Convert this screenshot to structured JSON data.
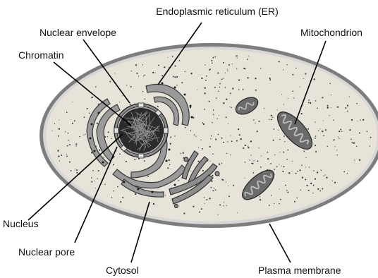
{
  "diagram": {
    "title": "",
    "labels": {
      "er": "Endoplasmic reticulum (ER)",
      "nuclear_envelope": "Nuclear envelope",
      "chromatin": "Chromatin",
      "mitochondrion": "Mitochondrion",
      "nucleus": "Nucleus",
      "nuclear_pore": "Nuclear pore",
      "cytosol": "Cytosol",
      "plasma_membrane": "Plasma membrane"
    },
    "colors": {
      "plasma_membrane": "#7d7d7d",
      "cytosol": "#e7e3d8",
      "nucleus": "#2b2b2b",
      "organelle_fill": "#6b6b6b",
      "organelle_inner": "#bdbdbd",
      "labels": "#111111"
    }
  }
}
